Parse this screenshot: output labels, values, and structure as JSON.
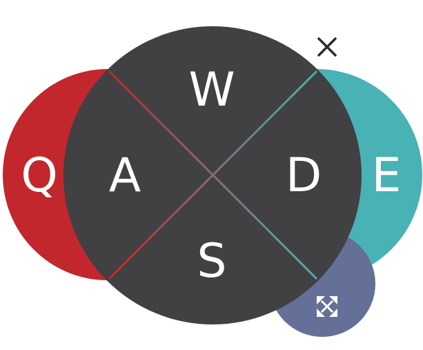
{
  "keys": {
    "q": "Q",
    "a": "A",
    "w": "W",
    "d": "D",
    "s": "S",
    "e": "E"
  },
  "icons": {
    "close": "close-icon",
    "expand": "expand-arrows-icon"
  },
  "colors": {
    "center": "#414042",
    "left_accent": "#c1272d",
    "right_accent": "#48b2b4",
    "bottom_accent": "#647097",
    "text": "#ffffff",
    "close_icon": "#2b2b2b"
  }
}
